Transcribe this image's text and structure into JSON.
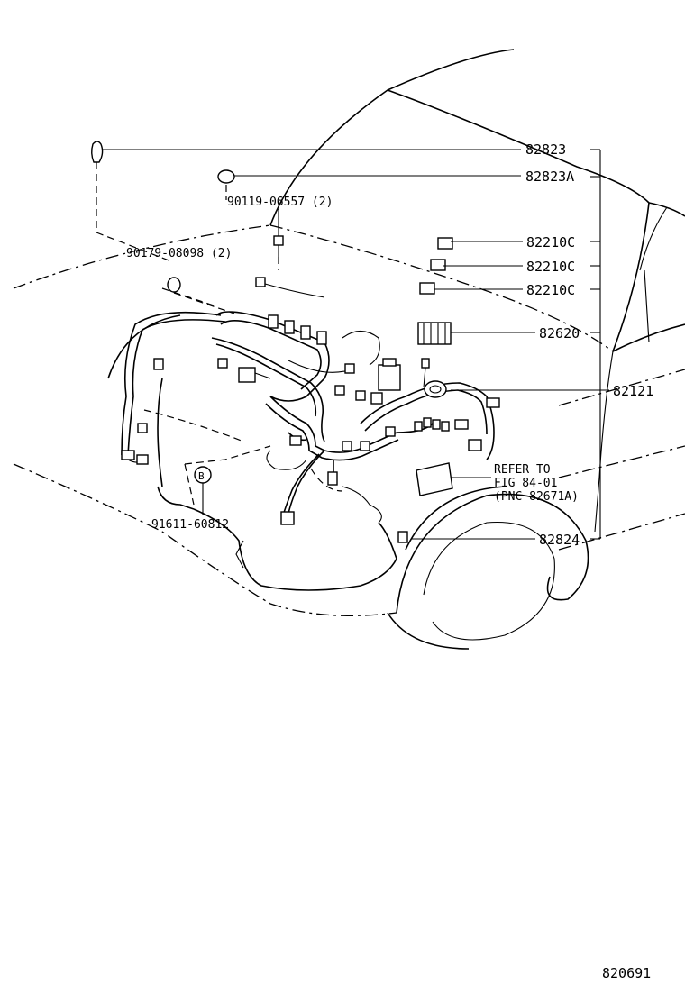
{
  "labels": {
    "p82823": "82823",
    "p82823A": "82823A",
    "p90119": "90119-06557 (2)",
    "p90179": "90179-08098 (2)",
    "p82210C_1": "82210C",
    "p82210C_2": "82210C",
    "p82210C_3": "82210C",
    "p82620": "82620",
    "p82121": "82121",
    "p91611": "91611-60812",
    "p82824": "82824",
    "refer_1": "REFER TO",
    "refer_2": "FIG 84-01",
    "refer_3": "(PNC 82671A)",
    "marker_b": "B",
    "figure_number": "820691"
  }
}
